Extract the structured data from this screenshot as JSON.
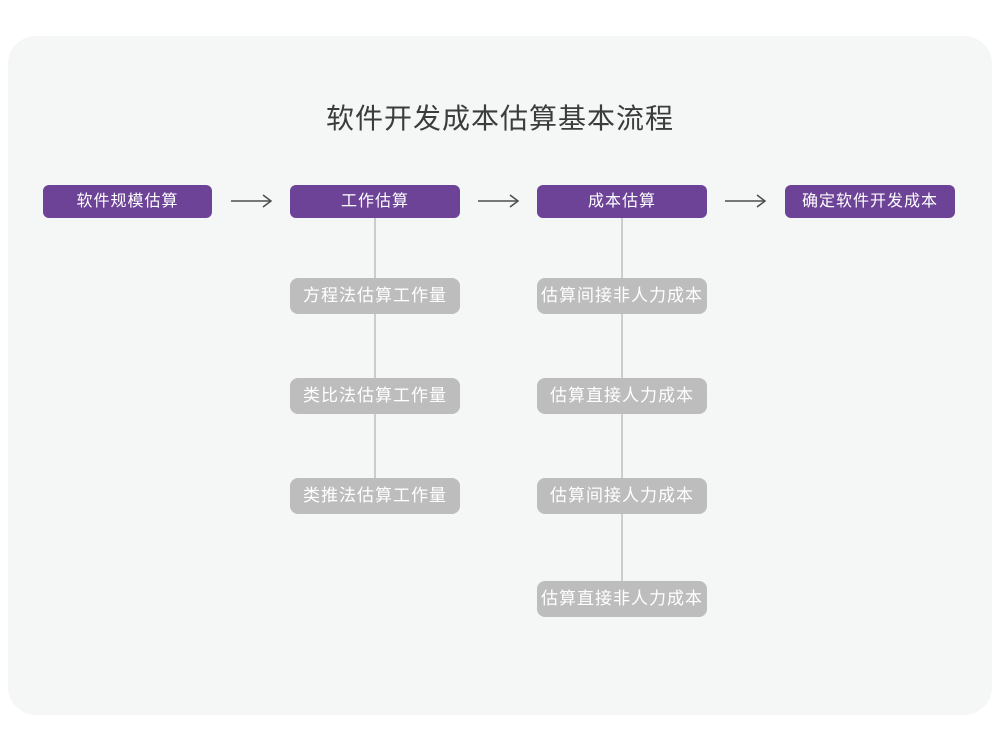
{
  "title": "软件开发成本估算基本流程",
  "colors": {
    "card_background": "#f5f6f6",
    "primary_step": "#6d4397",
    "sub_step": "#bdbdbd",
    "connector": "#cccccc",
    "arrow": "#4d4d4d",
    "title_text": "#3c3c3c",
    "step_text": "#ffffff"
  },
  "flow": {
    "main_steps": [
      {
        "label": "软件规模估算",
        "children": []
      },
      {
        "label": "工作估算",
        "children": [
          "方程法估算工作量",
          "类比法估算工作量",
          "类推法估算工作量"
        ]
      },
      {
        "label": "成本估算",
        "children": [
          "估算间接非人力成本",
          "估算直接人力成本",
          "估算间接人力成本",
          "估算直接非人力成本"
        ]
      },
      {
        "label": "确定软件开发成本",
        "children": []
      }
    ]
  }
}
